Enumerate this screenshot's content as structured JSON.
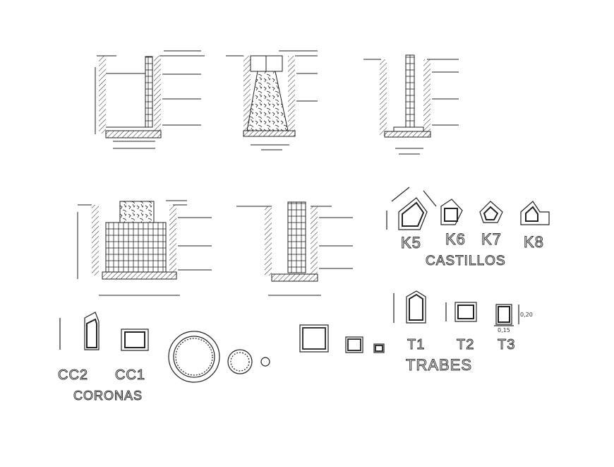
{
  "drawing": {
    "castillos": {
      "title": "CASTILLOS",
      "items": [
        "K5",
        "K6",
        "K7",
        "K8"
      ]
    },
    "trabes": {
      "title": "TRABES",
      "items": [
        "T1",
        "T2",
        "T3"
      ],
      "t3_height": "0,20",
      "t3_width": "0,15"
    },
    "coronas": {
      "title": "CORONAS",
      "items": [
        "CC2",
        "CC1"
      ]
    }
  }
}
